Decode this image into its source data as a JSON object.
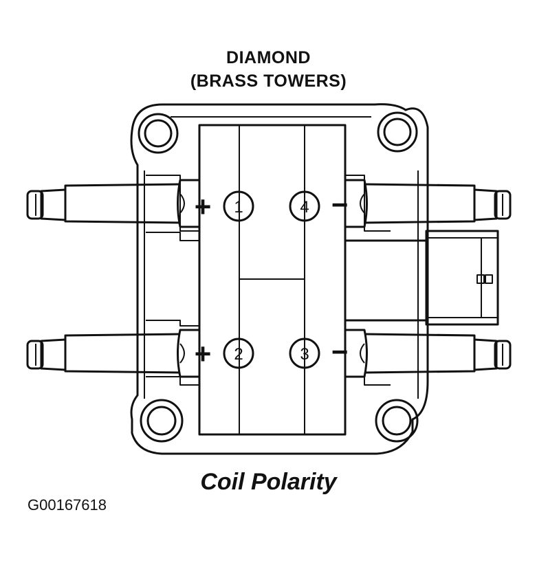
{
  "header": {
    "line1": "DIAMOND",
    "line2": "(BRASS TOWERS)"
  },
  "caption": "Coil Polarity",
  "figure_code": "G00167618",
  "terminals": [
    {
      "number": "1",
      "polarity": "+"
    },
    {
      "number": "4",
      "polarity": "−"
    },
    {
      "number": "2",
      "polarity": "+"
    },
    {
      "number": "3",
      "polarity": "−"
    }
  ],
  "colors": {
    "ink": "#111111",
    "paper": "#ffffff"
  }
}
